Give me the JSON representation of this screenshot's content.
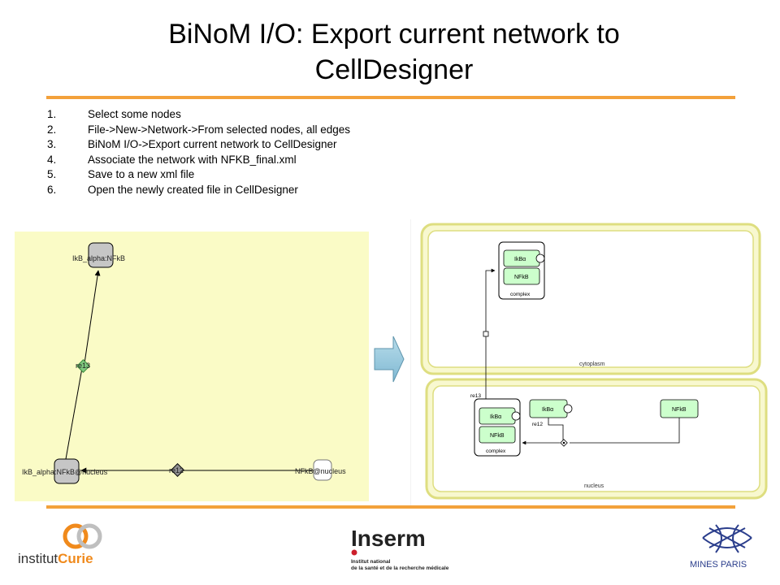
{
  "title": "BiNoM I/O: Export current network to CellDesigner",
  "steps": [
    {
      "num": "1.",
      "text": "Select some nodes"
    },
    {
      "num": "2.",
      "text": "File->New->Network->From selected nodes, all edges"
    },
    {
      "num": "3.",
      "text": "BiNoM I/O->Export  current network to CellDesigner"
    },
    {
      "num": "4.",
      "text": "Associate the network with NFKB_final.xml"
    },
    {
      "num": "5.",
      "text": "Save to a new xml file"
    },
    {
      "num": "6.",
      "text": "Open the newly created file in CellDesigner"
    }
  ],
  "cytoscape_view": {
    "background_color": "#fafbc6",
    "nodes": {
      "top_complex": "IkB_alpha:NFkB",
      "nucleus_complex": "IkB_alpha:NFkB@nucleus",
      "nfkb_nucleus": "NFkB@nucleus"
    },
    "reactions": {
      "re13": "re13",
      "re12": "re12"
    }
  },
  "celldesigner_view": {
    "compartments": {
      "cytoplasm": "cytoplasm",
      "nucleus": "nucleus"
    },
    "cytoplasm_complex": {
      "species": [
        "IkBα",
        "NFkB"
      ],
      "label": "complex"
    },
    "nucleus_complex": {
      "species": [
        "IkBα",
        "NFkB"
      ],
      "label": "complex"
    },
    "free_species": {
      "ikba": "IkBα",
      "nfkb": "NFkB"
    },
    "reactions": {
      "re13": "re13",
      "re12": "re12"
    },
    "compartment_fill": "#f8f8cf",
    "compartment_border": "#dede80",
    "species_fill": "#ccffcc"
  },
  "logos": {
    "curie": {
      "prefix": "institut",
      "brand": "Curie"
    },
    "inserm": {
      "name": "Inserm",
      "line1": "Institut national",
      "line2": "de la santé et de la recherche médicale"
    },
    "mines": {
      "name": "MINES PARIS"
    }
  },
  "brand_colors": {
    "accent_orange": "#f3a13b",
    "curie_orange": "#f08a1c",
    "inserm_red": "#cc1f2b",
    "mines_blue": "#2b3e8c"
  }
}
